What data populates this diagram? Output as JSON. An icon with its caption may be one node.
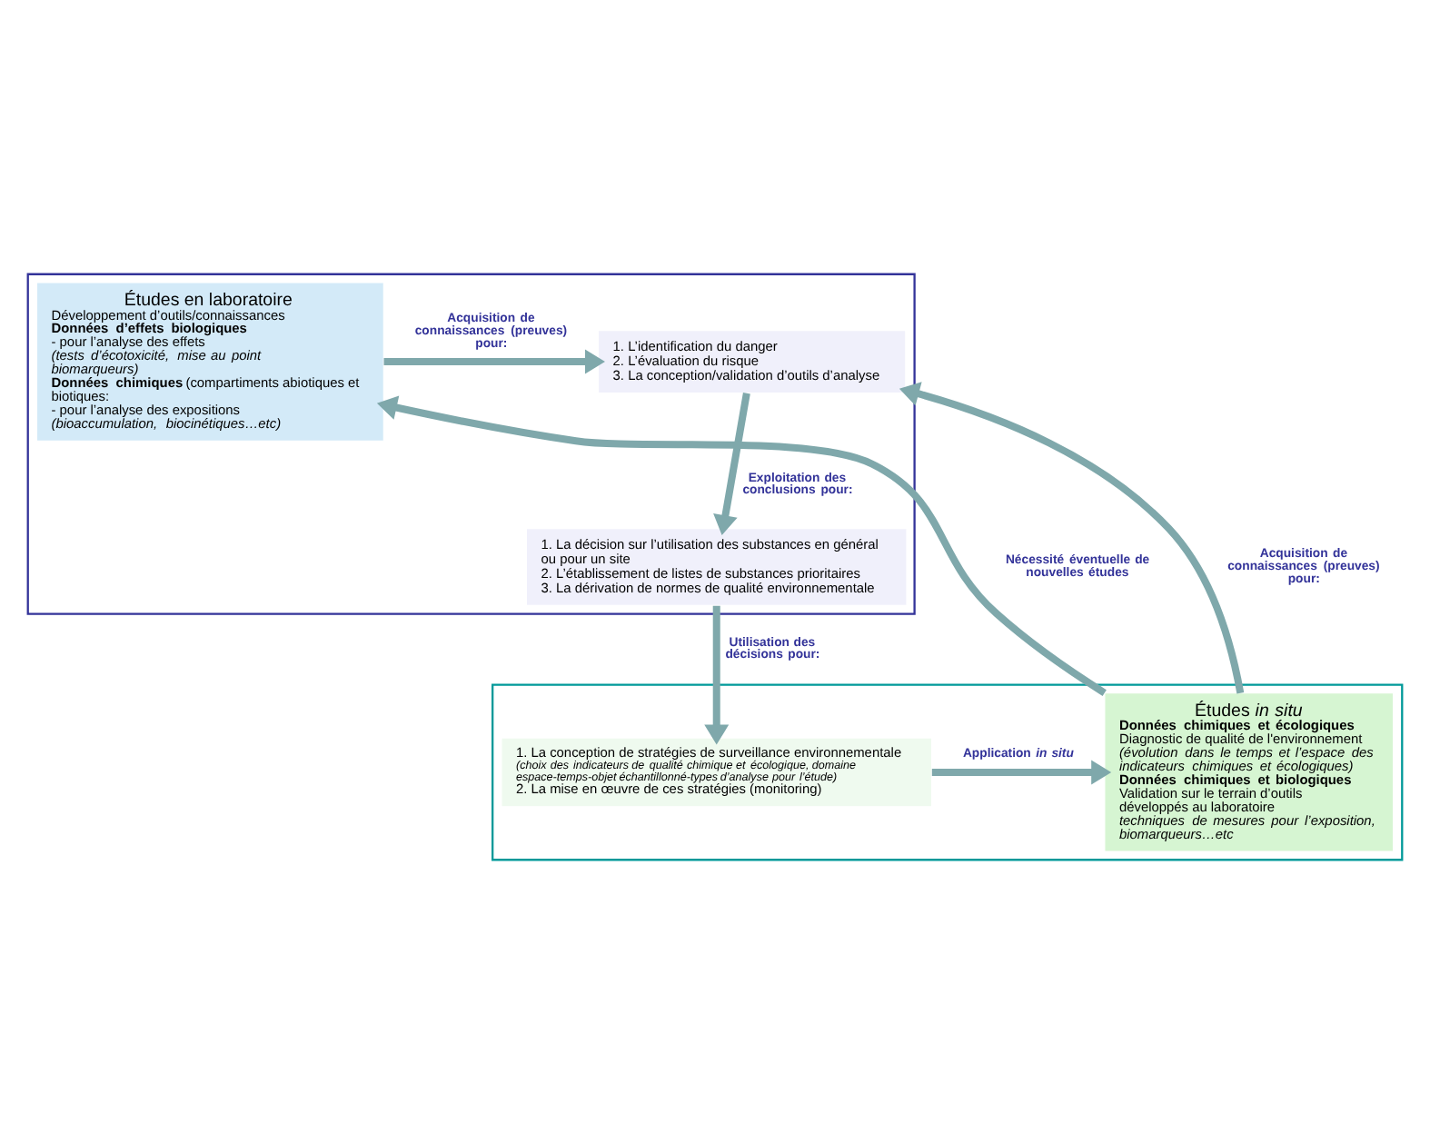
{
  "diagram": {
    "nodes": [
      {
        "text": [],
        "shape": "box"
      },
      {
        "text": [
          "Études en laboratoire",
          "Développement d’outils/connaissances",
          "Données d’effets biologiques",
          "- pour l’analyse des effets",
          "(tests d’écotoxicité, mise au point biomarqueurs)",
          "**Données chimiques** (compartiments abiotiques et biotiques:",
          "- pour l’analyse des expositions",
          "(bioaccumulation, biocinétiques…etc)"
        ],
        "in": 0
      },
      {
        "text": [
          "1. L’identification du danger",
          "2. L’évaluation du risque",
          "3. La conception/validation d’outils d’analyse"
        ],
        "in": 0
      },
      {
        "text": [
          "1. La décision sur l’utilisation des substances en général ou pour un site",
          "2. L’établissement de listes de substances prioritaires",
          "3. La dérivation de normes de qualité environnementale"
        ],
        "in": 0
      },
      {
        "text": [],
        "shape": "box"
      },
      {
        "text": [
          "Études *in situ*",
          "Données chimiques et écologiques",
          "Diagnostic de qualité de l'environnement",
          "(évolution dans le temps et l’espace des indicateurs chimiques et écologiques)",
          "Données chimiques et biologiques",
          "Validation sur le terrain d’outils développés au laboratoire",
          "techniques de mesures pour l’exposition, biomarqueurs…etc"
        ],
        "in": 4
      },
      {
        "text": [
          "1. La conception de stratégies de surveillance environnementale",
          "(choix des indicateurs de qualité chimique et écologique, domaine espace-temps-objet échantillonné-types d’analyse pour l’étude)",
          "2. La mise en œuvre de ces stratégies (monitoring)"
        ],
        "in": 4
      }
    ],
    "edges": [
      {
        "from": 1,
        "to": 2,
        "arrow": "to",
        "label": "Acquisition de connaissances (preuves) pour:"
      },
      {
        "from": 2,
        "to": 3,
        "arrow": "to",
        "label": "Exploitation des conclusions pour:"
      },
      {
        "from": 3,
        "to": 6,
        "arrow": "to",
        "label": "Utilisation des décisions pour:"
      },
      {
        "from": 6,
        "to": 5,
        "arrow": "to",
        "label": "Application *in situ*"
      },
      {
        "from": 5,
        "to": 1,
        "arrow": "to",
        "label": "Nécessité éventuelle de nouvelles études"
      },
      {
        "from": 5,
        "to": 2,
        "arrow": "to",
        "label": "Acquisition de connaissances (preuves) pour:"
      }
    ]
  }
}
